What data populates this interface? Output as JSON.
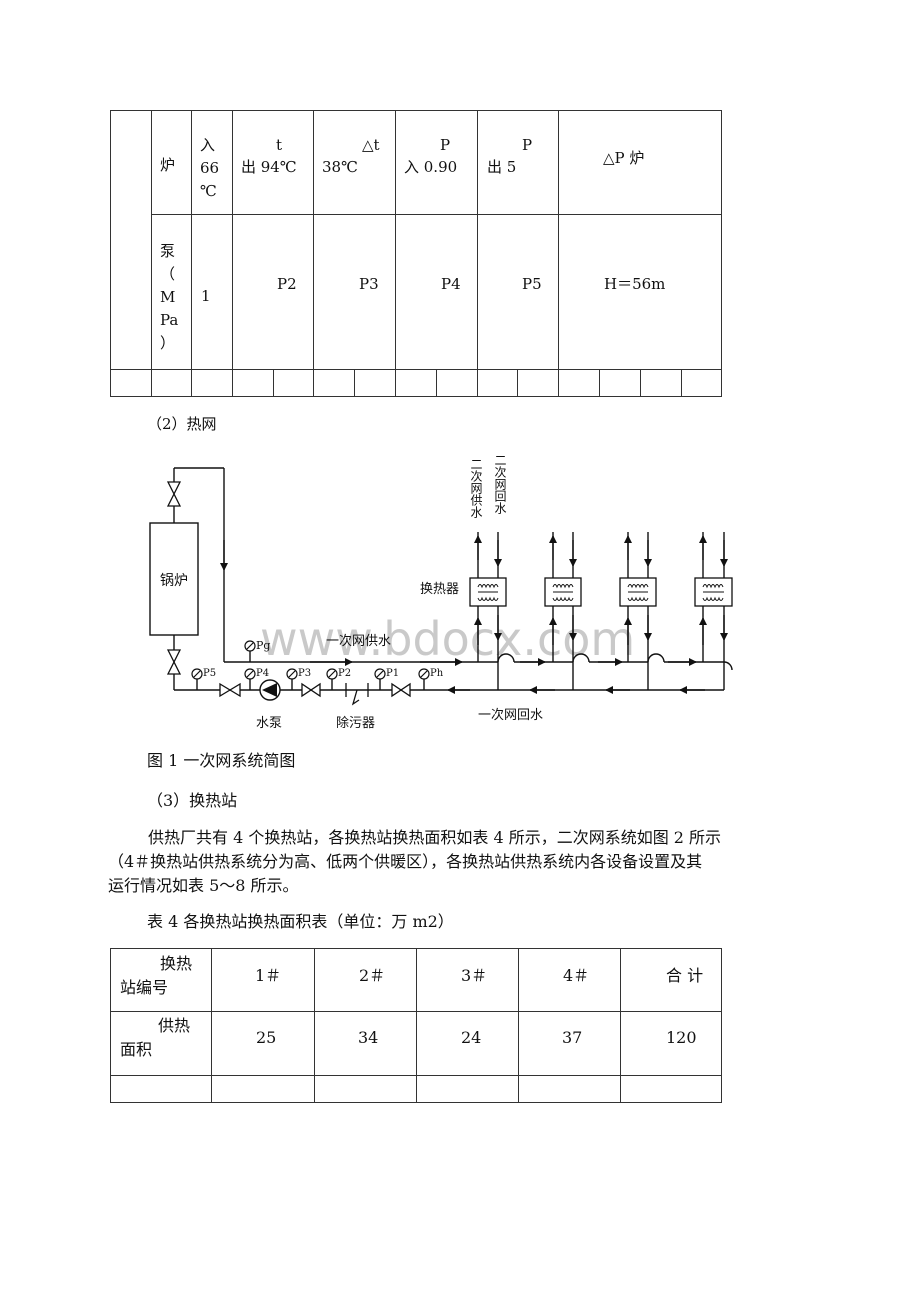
{
  "table1": {
    "row1": {
      "c1": "炉",
      "c2_line1": "入",
      "c2_line2": "66",
      "c2_line3": "℃",
      "c3_top": "t",
      "c3_bottom": "出 94℃",
      "c4_top": "△t",
      "c4_bottom": "38℃",
      "c5_top": "P",
      "c5_bottom": "入 0.90",
      "c6_top": "P",
      "c6_bottom": "出 5",
      "c7": "△P 炉"
    },
    "row2": {
      "c1_lines": [
        "泵",
        "（",
        "M",
        "Pa",
        "）"
      ],
      "c2": "1",
      "c3": "P2",
      "c4": "P3",
      "c5": "P4",
      "c6": "P5",
      "c7": "H＝56m"
    }
  },
  "heading_heat_network": "（2）热网",
  "diagram": {
    "boiler": "锅炉",
    "pump": "水泵",
    "strainer": "除污器",
    "heat_exchanger": "换热器",
    "primary_supply": "一次网供水",
    "primary_return": "一次网回水",
    "secondary_supply": "二次网供水",
    "secondary_return": "二次网回水",
    "gauges": {
      "pg": "Pg",
      "p5": "P5",
      "p4": "P4",
      "p3": "P3",
      "p2": "P2",
      "p1": "P1",
      "ph": "Ph"
    },
    "watermark": "www.bdocx.com"
  },
  "figure_caption": "图 1 一次网系统简图",
  "heading_station": "（3）换热站",
  "paragraph": {
    "line1": "供热厂共有 4 个换热站，各换热站换热面积如表 4 所示，二次网系统如图 2 所示",
    "line2": "（4＃换热站供热系统分为高、低两个供暖区），各换热站供热系统内各设备设置及其",
    "line3": "运行情况如表 5～8 所示。"
  },
  "table4_title": "表 4 各换热站换热面积表（单位：万 m2）",
  "table4": {
    "header_label_line1": "换热",
    "header_label_line2": "站编号",
    "headers": [
      "1＃",
      "2＃",
      "3＃",
      "4＃",
      "合 计"
    ],
    "row_label_line1": "供热",
    "row_label_line2": "面积",
    "values": [
      "25",
      "34",
      "24",
      "37",
      "120"
    ]
  }
}
